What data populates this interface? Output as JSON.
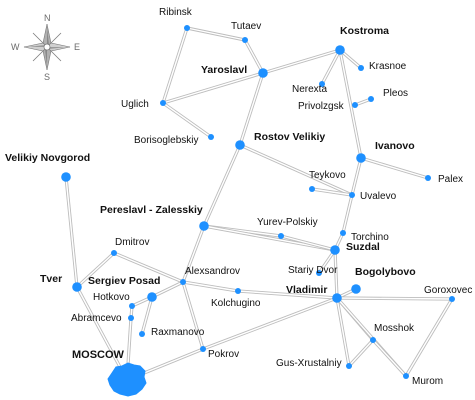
{
  "colors": {
    "city_dot": "#1e90ff",
    "road_outer": "#bdbdbd",
    "road_inner": "#ffffff",
    "label": "#111111",
    "compass": "#7a7a7a",
    "moscow_fill": "#1e90ff"
  },
  "compass": {
    "n": "N",
    "s": "S",
    "e": "E",
    "w": "W"
  },
  "moscow_label": "MOSCOW",
  "cities": [
    {
      "id": "rybinsk",
      "name": "Ribinsk",
      "kind": "minor"
    },
    {
      "id": "tutaev",
      "name": "Tutaev",
      "kind": "minor"
    },
    {
      "id": "kostroma",
      "name": "Kostroma",
      "kind": "major"
    },
    {
      "id": "yaroslavl",
      "name": "Yaroslavl",
      "kind": "major"
    },
    {
      "id": "krasnoe",
      "name": "Krasnoe",
      "kind": "minor"
    },
    {
      "id": "nerexta",
      "name": "Nerexta",
      "kind": "minor"
    },
    {
      "id": "pleos",
      "name": "Pleos",
      "kind": "minor"
    },
    {
      "id": "privolzgsk",
      "name": "Privolzgsk",
      "kind": "minor"
    },
    {
      "id": "uglich",
      "name": "Uglich",
      "kind": "minor"
    },
    {
      "id": "borisoglebskiy",
      "name": "Borisoglebskiy",
      "kind": "minor"
    },
    {
      "id": "rostov",
      "name": "Rostov Velikiy",
      "kind": "major"
    },
    {
      "id": "ivanovo",
      "name": "Ivanovo",
      "kind": "major"
    },
    {
      "id": "velikiy",
      "name": "Velikiy Novgorod",
      "kind": "major"
    },
    {
      "id": "teykovo",
      "name": "Teykovo",
      "kind": "minor"
    },
    {
      "id": "palex",
      "name": "Palex",
      "kind": "minor"
    },
    {
      "id": "uvalevo",
      "name": "Uvalevo",
      "kind": "minor"
    },
    {
      "id": "pereslavl",
      "name": "Pereslavl - Zalesskiy",
      "kind": "major"
    },
    {
      "id": "yurev",
      "name": "Yurev-Polskiy",
      "kind": "minor"
    },
    {
      "id": "torchino",
      "name": "Torchino",
      "kind": "minor"
    },
    {
      "id": "dmitrov",
      "name": "Dmitrov",
      "kind": "minor"
    },
    {
      "id": "suzdal",
      "name": "Suzdal",
      "kind": "major"
    },
    {
      "id": "stariy",
      "name": "Stariy Dvor",
      "kind": "minor"
    },
    {
      "id": "alexandrov",
      "name": "Alexsandrov",
      "kind": "minor"
    },
    {
      "id": "bogolybovo",
      "name": "Bogolybovo",
      "kind": "major"
    },
    {
      "id": "tver",
      "name": "Tver",
      "kind": "major"
    },
    {
      "id": "sergiev",
      "name": "Sergiev Posad",
      "kind": "major"
    },
    {
      "id": "vladimir",
      "name": "Vladimir",
      "kind": "major"
    },
    {
      "id": "goroxovec",
      "name": "Goroxovec",
      "kind": "minor"
    },
    {
      "id": "hotkovo",
      "name": "Hotkovo",
      "kind": "minor"
    },
    {
      "id": "kolchugino",
      "name": "Kolchugino",
      "kind": "minor"
    },
    {
      "id": "abramcevo",
      "name": "Abramcevo",
      "kind": "minor"
    },
    {
      "id": "raxmanovo",
      "name": "Raxmanovo",
      "kind": "minor"
    },
    {
      "id": "mosshok",
      "name": "Mosshok",
      "kind": "minor"
    },
    {
      "id": "pokrov",
      "name": "Pokrov",
      "kind": "minor"
    },
    {
      "id": "gus",
      "name": "Gus-Xrustalniy",
      "kind": "minor"
    },
    {
      "id": "murom",
      "name": "Murom",
      "kind": "minor"
    }
  ],
  "roads": [
    [
      "rybinsk",
      "uglich"
    ],
    [
      "rybinsk",
      "tutaev"
    ],
    [
      "tutaev",
      "yaroslavl"
    ],
    [
      "uglich",
      "yaroslavl"
    ],
    [
      "uglich",
      "borisoglebskiy"
    ],
    [
      "yaroslavl",
      "kostroma"
    ],
    [
      "yaroslavl",
      "rostov"
    ],
    [
      "kostroma",
      "krasnoe"
    ],
    [
      "kostroma",
      "nerexta"
    ],
    [
      "kostroma",
      "ivanovo"
    ],
    [
      "privolzgsk",
      "pleos"
    ],
    [
      "rostov",
      "pereslavl"
    ],
    [
      "rostov",
      "uvalevo"
    ],
    [
      "ivanovo",
      "palex"
    ],
    [
      "ivanovo",
      "uvalevo"
    ],
    [
      "uvalevo",
      "torchino"
    ],
    [
      "torchino",
      "suzdal"
    ],
    [
      "teykovo",
      "uvalevo"
    ],
    [
      "pereslavl",
      "yurev"
    ],
    [
      "pereslavl",
      "suzdal"
    ],
    [
      "yurev",
      "suzdal"
    ],
    [
      "pereslavl",
      "alexandrov"
    ],
    [
      "suzdal",
      "stariy"
    ],
    [
      "suzdal",
      "vladimir"
    ],
    [
      "velikiy",
      "tver"
    ],
    [
      "tver",
      "dmitrov"
    ],
    [
      "tver",
      "moscow"
    ],
    [
      "dmitrov",
      "alexandrov"
    ],
    [
      "alexandrov",
      "kolchugino"
    ],
    [
      "alexandrov",
      "sergiev"
    ],
    [
      "alexandrov",
      "pokrov"
    ],
    [
      "kolchugino",
      "vladimir"
    ],
    [
      "sergiev",
      "hotkovo"
    ],
    [
      "sergiev",
      "raxmanovo"
    ],
    [
      "hotkovo",
      "abramcevo"
    ],
    [
      "abramcevo",
      "moscow"
    ],
    [
      "moscow",
      "pokrov"
    ],
    [
      "pokrov",
      "vladimir"
    ],
    [
      "vladimir",
      "bogolybovo"
    ],
    [
      "vladimir",
      "goroxovec"
    ],
    [
      "vladimir",
      "gus"
    ],
    [
      "vladimir",
      "mosshok"
    ],
    [
      "vladimir",
      "murom"
    ],
    [
      "goroxovec",
      "murom"
    ],
    [
      "mosshok",
      "gus"
    ],
    [
      "mosshok",
      "murom"
    ]
  ]
}
